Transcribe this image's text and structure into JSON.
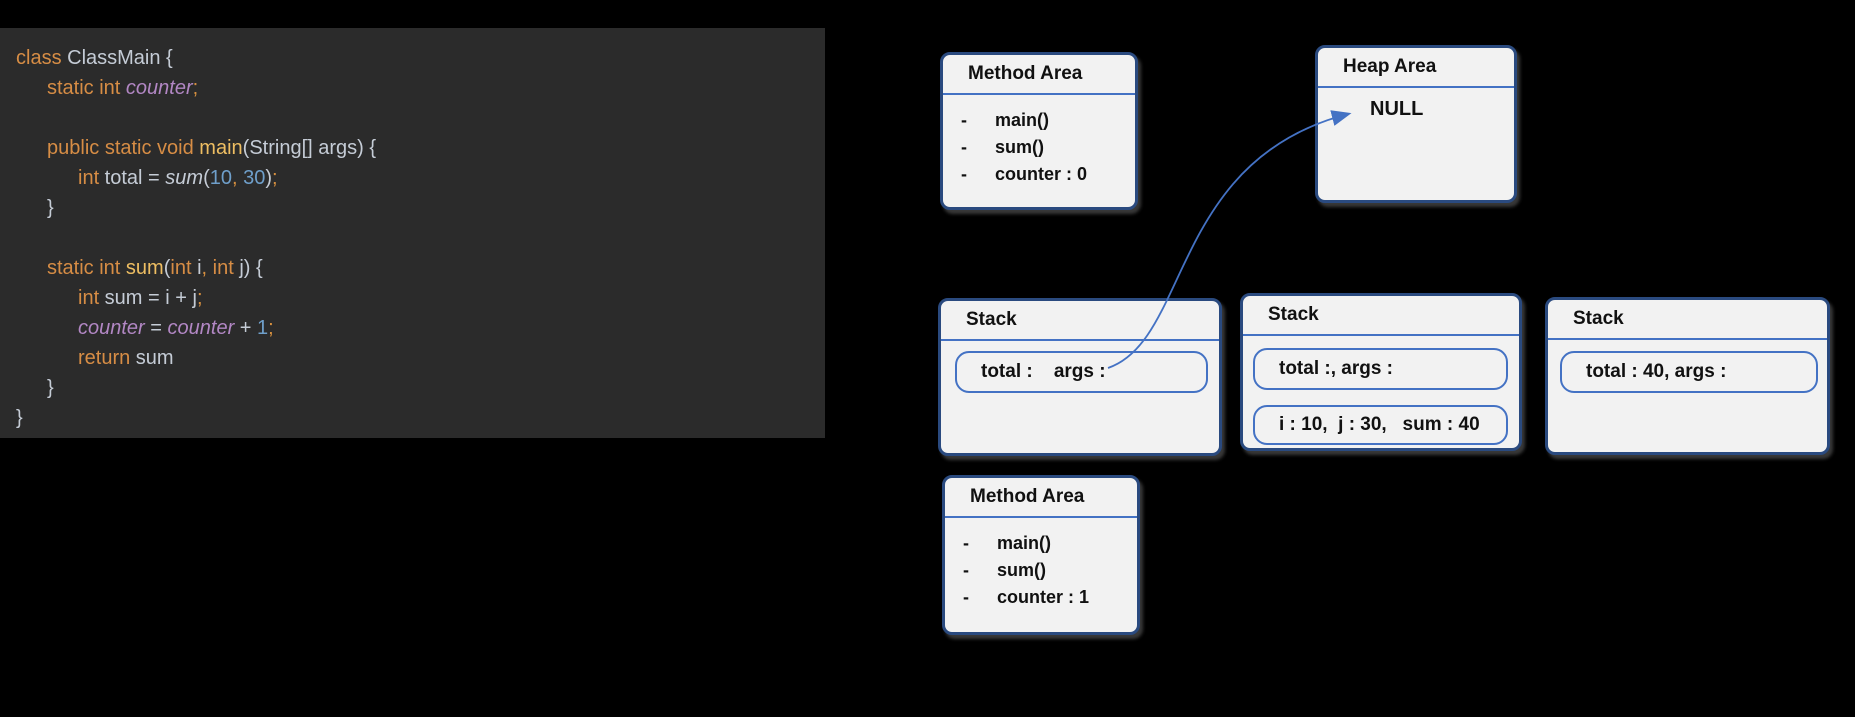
{
  "page": {
    "background": "#000000"
  },
  "code_panel": {
    "background": "#2b2b2b",
    "colors": {
      "kw": "#d78d45",
      "fn": "#eebe62",
      "var": "#b287c4",
      "num": "#6f9fca",
      "punct": "#d7903f",
      "plain": "#c5ccd6",
      "pitalic": "#c5ccd6"
    },
    "lines": [
      {
        "indent": 0,
        "seg": [
          [
            "kw",
            "class"
          ],
          [
            "plain",
            " ClassMain {"
          ]
        ]
      },
      {
        "indent": 1,
        "seg": [
          [
            "kw",
            "static int "
          ],
          [
            "var",
            "counter"
          ],
          [
            "punct",
            ";"
          ]
        ]
      },
      {
        "indent": 0,
        "seg": []
      },
      {
        "indent": 1,
        "seg": [
          [
            "kw",
            "public static void "
          ],
          [
            "fn",
            "main"
          ],
          [
            "plain",
            "(String[] args) {"
          ]
        ]
      },
      {
        "indent": 2,
        "seg": [
          [
            "kw",
            "int"
          ],
          [
            "plain",
            " total = "
          ],
          [
            "pitalic",
            "sum"
          ],
          [
            "plain",
            "("
          ],
          [
            "num",
            "10"
          ],
          [
            "punct",
            ","
          ],
          [
            "num",
            " 30"
          ],
          [
            "plain",
            ")"
          ],
          [
            "punct",
            ";"
          ]
        ]
      },
      {
        "indent": 1,
        "seg": [
          [
            "plain",
            "}"
          ]
        ]
      },
      {
        "indent": 0,
        "seg": []
      },
      {
        "indent": 1,
        "seg": [
          [
            "kw",
            "static int "
          ],
          [
            "fn",
            "sum"
          ],
          [
            "plain",
            "("
          ],
          [
            "kw",
            "int"
          ],
          [
            "plain",
            " i"
          ],
          [
            "punct",
            ","
          ],
          [
            "kw",
            " int"
          ],
          [
            "plain",
            " j) {"
          ]
        ]
      },
      {
        "indent": 2,
        "seg": [
          [
            "kw",
            "int"
          ],
          [
            "plain",
            " sum = i + j"
          ],
          [
            "punct",
            ";"
          ]
        ]
      },
      {
        "indent": 2,
        "seg": [
          [
            "var",
            "counter"
          ],
          [
            "plain",
            " = "
          ],
          [
            "var",
            "counter"
          ],
          [
            "plain",
            " + "
          ],
          [
            "num",
            "1"
          ],
          [
            "punct",
            ";"
          ]
        ]
      },
      {
        "indent": 2,
        "seg": [
          [
            "kw",
            "return"
          ],
          [
            "plain",
            " sum"
          ]
        ]
      },
      {
        "indent": 1,
        "seg": [
          [
            "plain",
            "}"
          ]
        ]
      },
      {
        "indent": 0,
        "seg": [
          [
            "plain",
            "}"
          ]
        ]
      }
    ]
  },
  "diagram": {
    "outer_border_color": "#2a4a7f",
    "inner_border_color": "#4472c4",
    "box_fill": "#f2f2f2",
    "arrow_color": "#4472c4",
    "bullet": "-",
    "method_area_top": {
      "title": "Method Area",
      "items": [
        "main()",
        "sum()",
        "counter : 0"
      ]
    },
    "heap_area": {
      "title": "Heap Area",
      "value": "NULL"
    },
    "stack_1": {
      "title": "Stack",
      "slots": [
        "total :    args :"
      ]
    },
    "stack_2": {
      "title": "Stack",
      "slots": [
        "total :, args :",
        "i : 10,  j : 30,   sum : 40"
      ]
    },
    "stack_3": {
      "title": "Stack",
      "slots": [
        "total : 40, args :"
      ]
    },
    "method_area_bottom": {
      "title": "Method Area",
      "items": [
        "main()",
        "sum()",
        "counter : 1"
      ]
    }
  }
}
